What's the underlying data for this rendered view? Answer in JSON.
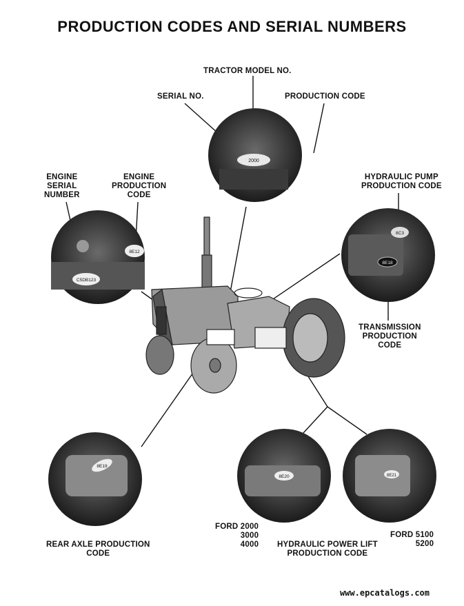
{
  "page": {
    "title": "PRODUCTION CODES AND SERIAL NUMBERS",
    "footer_url": "www.epcatalogs.com"
  },
  "labels": {
    "tractor_model_no": "TRACTOR MODEL NO.",
    "serial_no": "SERIAL NO.",
    "production_code": "PRODUCTION CODE",
    "engine_serial_number": "ENGINE\nSERIAL\nNUMBER",
    "engine_production_code": "ENGINE\nPRODUCTION\nCODE",
    "hydraulic_pump_production_code": "HYDRAULIC PUMP\nPRODUCTION CODE",
    "transmission_production_code": "TRANSMISSION\nPRODUCTION\nCODE",
    "rear_axle_production_code": "REAR AXLE PRODUCTION\nCODE",
    "hydraulic_power_lift_production_code": "HYDRAULIC POWER LIFT\nPRODUCTION CODE",
    "ford_models_left": "FORD 2000\n3000\n4000",
    "ford_models_right": "FORD 5100\n5200"
  },
  "plate_texts": {
    "engine_serial_plate": "C5DB123",
    "engine_code_plate": "8E12",
    "model_plate": "2000",
    "pump_plate": "8C3",
    "transmission_plate": "8E18",
    "axle_plate": "8E19",
    "lift_plate_left": "8E20",
    "lift_plate_right": "8E21"
  }
}
